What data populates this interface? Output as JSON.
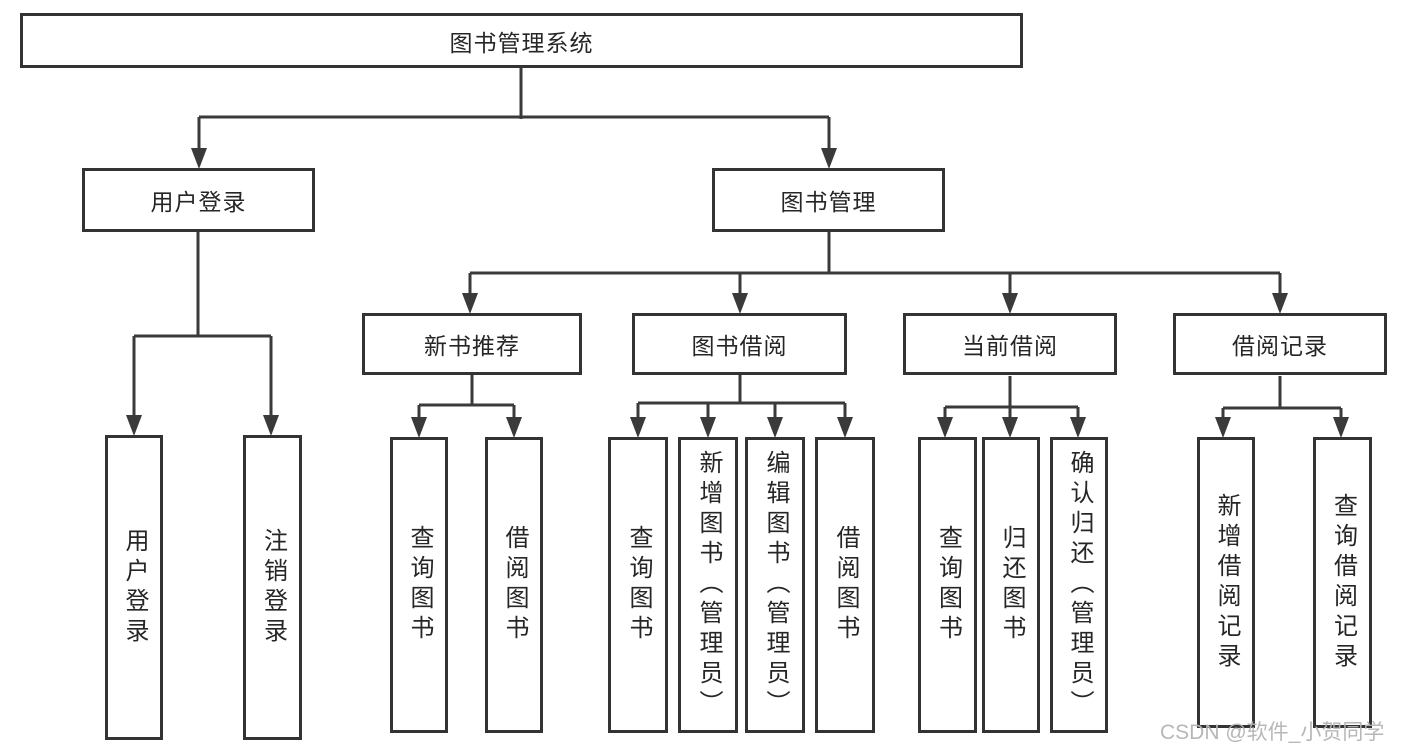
{
  "tree": {
    "label": "图书管理系统",
    "children": [
      {
        "label": "用户登录",
        "children": [
          {
            "label": "用户登录"
          },
          {
            "label": "注销登录"
          }
        ]
      },
      {
        "label": "图书管理",
        "children": [
          {
            "label": "新书推荐",
            "children": [
              {
                "label": "查询图书"
              },
              {
                "label": "借阅图书"
              }
            ]
          },
          {
            "label": "图书借阅",
            "children": [
              {
                "label": "查询图书"
              },
              {
                "label": "新增图书（管理员）"
              },
              {
                "label": "编辑图书（管理员）"
              },
              {
                "label": "借阅图书"
              }
            ]
          },
          {
            "label": "当前借阅",
            "children": [
              {
                "label": "查询图书"
              },
              {
                "label": "归还图书"
              },
              {
                "label": "确认归还（管理员）"
              }
            ]
          },
          {
            "label": "借阅记录",
            "children": [
              {
                "label": "新增借阅记录"
              },
              {
                "label": "查询借阅记录"
              }
            ]
          }
        ]
      }
    ]
  },
  "watermark": {
    "text": "CSDN @软件_小贺同学"
  },
  "palette": {
    "background": "#ffffff",
    "box_border": "#333333",
    "connector_line": "#3a3a3a",
    "node_text": "#262626",
    "watermark_text": "#b4b4b4"
  }
}
